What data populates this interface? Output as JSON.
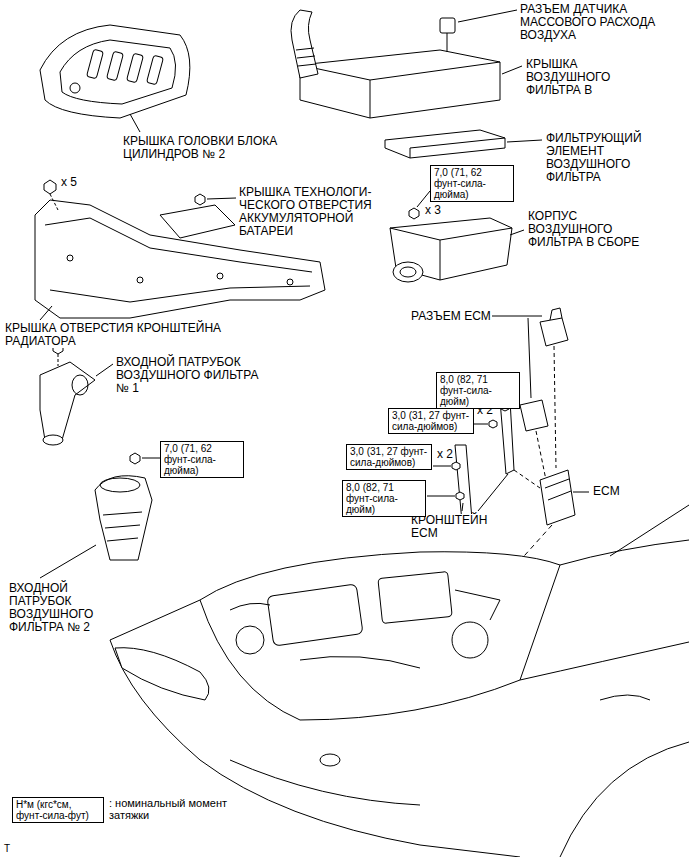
{
  "diagram": {
    "nodes": [
      {
        "text": [
          "7,0 (71, 62 фунт-сила-дюйма)"
        ]
      },
      {
        "text": [
          "8,0 (82, 71 фунт-сила-дюйм)"
        ]
      },
      {
        "text": [
          "3,0 (31, 27 фунт-сила-дюймов)"
        ]
      },
      {
        "text": [
          "3,0 (31, 27 фунт-сила-дюймов)"
        ]
      },
      {
        "text": [
          "8,0 (82, 71 фунт-сила-дюйм)"
        ]
      },
      {
        "text": [
          "7,0 (71, 62 фунт-сила-дюйма)"
        ]
      },
      {
        "text": [
          "Н*м (кгс*см, фунт-сила-фут)"
        ]
      }
    ],
    "labels": [
      "РАЗЪЕМ ДАТЧИКА МАССОВОГО РАСХОДА ВОЗДУХА",
      "КРЫШКА ВОЗДУШНОГО ФИЛЬТРА В",
      "КРЫШКА ГОЛОВКИ БЛОКА ЦИЛИНДРОВ № 2",
      "x 5",
      "ФИЛЬТРУЮЩИЙ ЭЛЕМЕНТ ВОЗДУШНОГО ФИЛЬТРА",
      "x 3",
      "КРЫШКА ТЕХНОЛОГИ- ЧЕСКОГО ОТВЕРСТИЯ АККУМУЛЯТОРНОЙ БАТАРЕИ",
      "КОРПУС ВОЗДУШНОГО ФИЛЬТРА В СБОРЕ",
      "КРЫШКА ОТВЕРСТИЯ КРОНШТЕЙНА РАДИАТОРА",
      "РАЗЪЕМ ECM",
      "ВХОДНОЙ ПАТРУБОК ВОЗДУШНОГО ФИЛЬТРА № 1",
      "x 2",
      "x 2",
      "ECM",
      "КРОНШТЕЙН ECM",
      "ВХОДНОЙ ПАТРУБОК ВОЗДУШНОГО ФИЛЬТРА № 2",
      ": номинальный момент затяжки",
      "T"
    ]
  }
}
